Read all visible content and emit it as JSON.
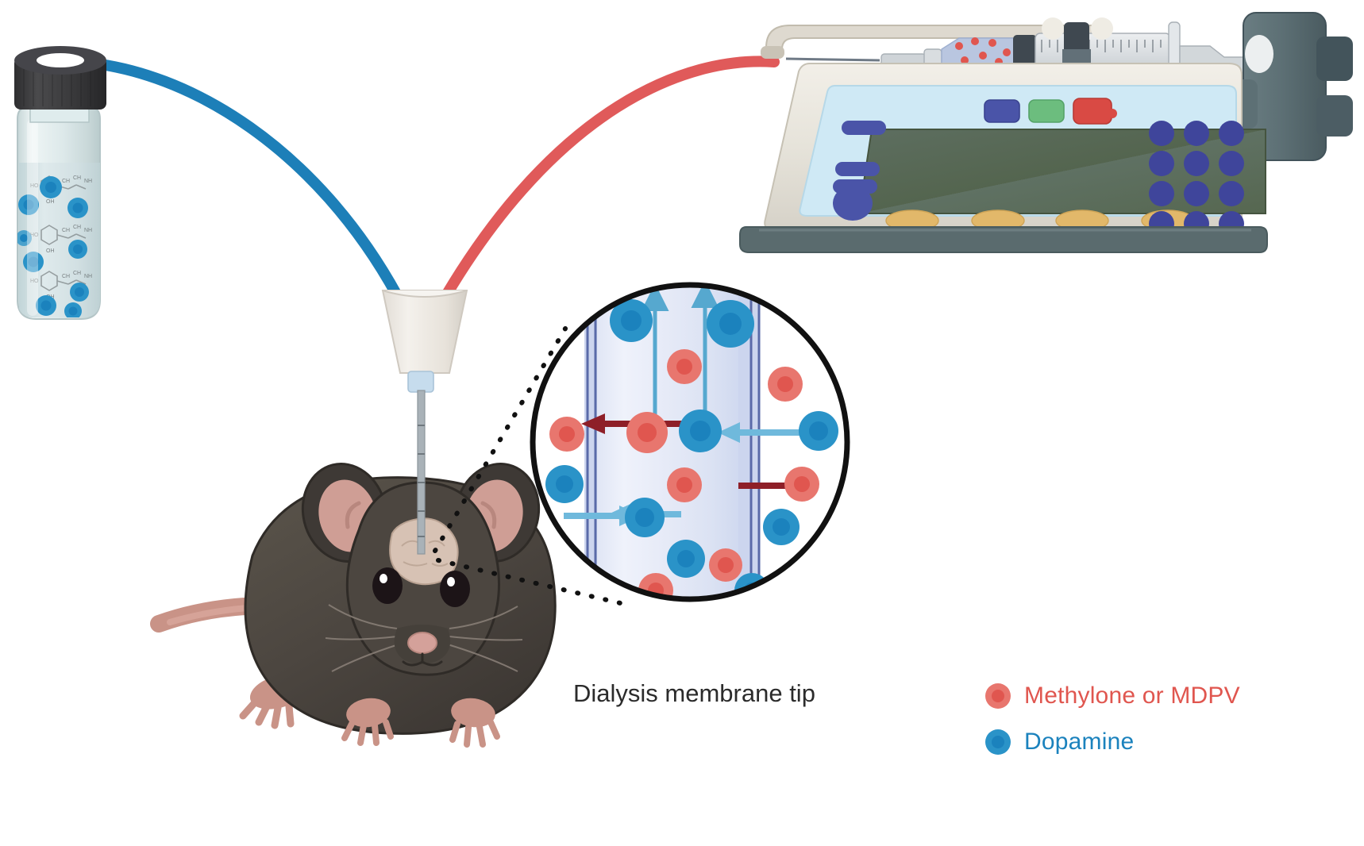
{
  "figure": {
    "type": "in-vivo-microdialysis-schematic",
    "background": "#ffffff",
    "callout_label": "Dialysis membrane tip"
  },
  "legend": {
    "position": "bottom-right",
    "items": [
      {
        "label": "Methylone or MDPV",
        "color": "#e8766e",
        "core": "#e0564f",
        "icon": "filled-circle-icon"
      },
      {
        "label": "Dopamine",
        "color": "#2a93c8",
        "core": "#1b82bd",
        "icon": "filled-circle-icon"
      }
    ]
  },
  "vial": {
    "name": "perfusate-vial",
    "cap_color": "#3b3b3d",
    "glass_color": "#dbe7e7",
    "liquid_color": "#cfe0e2",
    "particle_color": "#2a93c8",
    "particle_count": 12,
    "molecule_sketches": 3,
    "contents": "Dopamine in perfusate"
  },
  "tubing": {
    "inlet": {
      "name": "blue-inlet-tube",
      "color": "#1d7fb8",
      "width": 13,
      "from": "vial-cap",
      "to": "probe-head"
    },
    "outlet": {
      "name": "red-outlet-tube",
      "color": "#e05a5a",
      "width": 13,
      "from": "syringe-pump",
      "to": "probe-head"
    }
  },
  "pump": {
    "name": "syringe-pump",
    "body_color": "#e6e3da",
    "panel_color": "#cfe9f5",
    "screen_color": "#57685a",
    "base_color": "#5a6b6e",
    "buttons_top": [
      {
        "name": "blue-button",
        "color": "#4a54a8"
      },
      {
        "name": "green-button",
        "color": "#6cbd7e"
      },
      {
        "name": "red-button",
        "color": "#d94a44"
      }
    ],
    "side_buttons": {
      "color": "#4a54a8",
      "count": 3,
      "round_button": 1
    },
    "soft_keys": {
      "color": "#e2b86a",
      "count": 4
    },
    "keypad": {
      "color": "#3f459b",
      "rows": 4,
      "cols": 3
    },
    "syringe": {
      "name": "syringe",
      "barrel_color": "#d7dadd",
      "fluid_color": "#b9c6e0",
      "plunger_color": "#3f4850",
      "particle_color": "#e0564f",
      "particle_count": 9,
      "contents": "Methylone or MDPV solution"
    },
    "drive_knob_color": "#5d7075"
  },
  "probe": {
    "name": "microdialysis-probe",
    "body_color": "#eeeae4",
    "collar_color": "#c6dced",
    "shaft_color": "#a9b2b8",
    "inserted_into": "mouse-brain"
  },
  "mouse": {
    "name": "laboratory-mouse",
    "fur_color": "#504a45",
    "fur_dark": "#3b3733",
    "skin_color": "#c99387",
    "ear_inner": "#cf9e95",
    "eye_color": "#1c1417",
    "nose_color": "#d4a19a",
    "brain_color": "#d7c2b4"
  },
  "magnifier": {
    "name": "membrane-magnifier",
    "outline_color": "#111111",
    "outline_width": 7,
    "lumen_color": "#e8ecf8",
    "wall_color": "#ccd5ee",
    "membrane_line_color": "#5a6aa8",
    "flow_arrow_color": "#56a8cf",
    "drug_arrow_color": "#8e1f28",
    "dopamine_arrow_color": "#6fb9dc",
    "annotations": {
      "upward_flow_arrows": 2,
      "drug_out_arrows": 2,
      "dopamine_in_arrows": 2
    },
    "particles": {
      "dopamine_color": "#2a93c8",
      "drug_color": "#e8766e",
      "dopamine_count": 11,
      "drug_count": 10
    }
  },
  "connector_lines": {
    "name": "callout-dashed-lines",
    "style": "dotted",
    "color": "#111111",
    "count": 2
  }
}
